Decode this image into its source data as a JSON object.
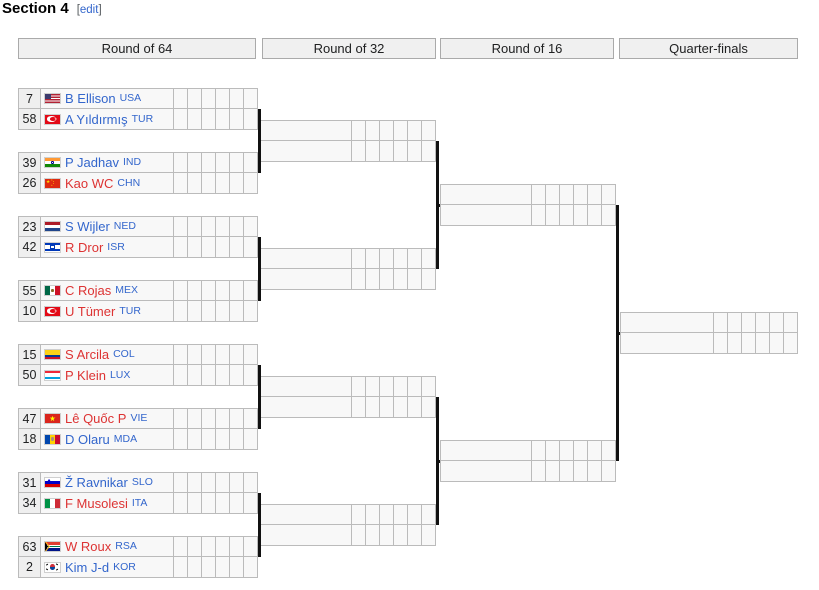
{
  "heading": {
    "title": "Section 4",
    "edit_open": "[",
    "edit_label": "edit",
    "edit_close": "]"
  },
  "bracket": {
    "rounds": [
      {
        "label": "Round of 64"
      },
      {
        "label": "Round of 32"
      },
      {
        "label": "Round of 16"
      },
      {
        "label": "Quarter-finals"
      }
    ],
    "score_columns": 6,
    "colors": {
      "link_blue": "#3366cc",
      "link_red": "#dd3333",
      "header_bg": "#f0f0f0",
      "cell_bg": "#f8f8f8",
      "seed_bg": "#efefef",
      "border": "#bbbbbb",
      "connector": "#111111"
    },
    "round_of_64": [
      {
        "seed": "7",
        "name": "B Ellison",
        "country": "USA",
        "flag": "usa",
        "color": "blue"
      },
      {
        "seed": "58",
        "name": "A Yıldırmış",
        "country": "TUR",
        "flag": "tur",
        "color": "blue"
      },
      {
        "seed": "39",
        "name": "P Jadhav",
        "country": "IND",
        "flag": "ind",
        "color": "blue"
      },
      {
        "seed": "26",
        "name": "Kao WC",
        "country": "CHN",
        "flag": "chn",
        "color": "red"
      },
      {
        "seed": "23",
        "name": "S Wijler",
        "country": "NED",
        "flag": "ned",
        "color": "blue"
      },
      {
        "seed": "42",
        "name": "R Dror",
        "country": "ISR",
        "flag": "isr",
        "color": "red"
      },
      {
        "seed": "55",
        "name": "C Rojas",
        "country": "MEX",
        "flag": "mex",
        "color": "red"
      },
      {
        "seed": "10",
        "name": "U Tümer",
        "country": "TUR",
        "flag": "tur",
        "color": "red"
      },
      {
        "seed": "15",
        "name": "S Arcila",
        "country": "COL",
        "flag": "col",
        "color": "red"
      },
      {
        "seed": "50",
        "name": "P Klein",
        "country": "LUX",
        "flag": "lux",
        "color": "red"
      },
      {
        "seed": "47",
        "name": "Lê Quốc P",
        "country": "VIE",
        "flag": "vie",
        "color": "red"
      },
      {
        "seed": "18",
        "name": "D Olaru",
        "country": "MDA",
        "flag": "mda",
        "color": "blue"
      },
      {
        "seed": "31",
        "name": "Ž Ravnikar",
        "country": "SLO",
        "flag": "slo",
        "color": "blue"
      },
      {
        "seed": "34",
        "name": "F Musolesi",
        "country": "ITA",
        "flag": "ita",
        "color": "red"
      },
      {
        "seed": "63",
        "name": "W Roux",
        "country": "RSA",
        "flag": "rsa",
        "color": "red"
      },
      {
        "seed": "2",
        "name": "Kim J-d",
        "country": "KOR",
        "flag": "kor",
        "color": "blue"
      }
    ],
    "round_of_32": [
      {
        "seed": "",
        "name": "",
        "country": "",
        "flag": "",
        "color": "blue"
      },
      {
        "seed": "",
        "name": "",
        "country": "",
        "flag": "",
        "color": "blue"
      },
      {
        "seed": "",
        "name": "",
        "country": "",
        "flag": "",
        "color": "blue"
      },
      {
        "seed": "",
        "name": "",
        "country": "",
        "flag": "",
        "color": "blue"
      },
      {
        "seed": "",
        "name": "",
        "country": "",
        "flag": "",
        "color": "blue"
      },
      {
        "seed": "",
        "name": "",
        "country": "",
        "flag": "",
        "color": "blue"
      },
      {
        "seed": "",
        "name": "",
        "country": "",
        "flag": "",
        "color": "blue"
      },
      {
        "seed": "",
        "name": "",
        "country": "",
        "flag": "",
        "color": "blue"
      }
    ],
    "round_of_16": [
      {
        "seed": "",
        "name": "",
        "country": "",
        "flag": "",
        "color": "blue"
      },
      {
        "seed": "",
        "name": "",
        "country": "",
        "flag": "",
        "color": "blue"
      },
      {
        "seed": "",
        "name": "",
        "country": "",
        "flag": "",
        "color": "blue"
      },
      {
        "seed": "",
        "name": "",
        "country": "",
        "flag": "",
        "color": "blue"
      }
    ],
    "quarter_finals": [
      {
        "seed": "",
        "name": "",
        "country": "",
        "flag": "",
        "color": "blue"
      },
      {
        "seed": "",
        "name": "",
        "country": "",
        "flag": "",
        "color": "blue"
      }
    ]
  }
}
